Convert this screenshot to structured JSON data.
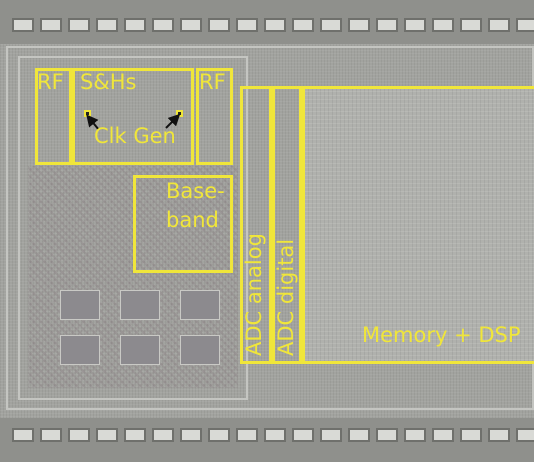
{
  "image": {
    "subject": "die-photo",
    "highlight_color": "#f0e63a"
  },
  "labels": {
    "rf_left": "RF",
    "sh": "S&Hs",
    "rf_right": "RF",
    "clk_gen": "Clk Gen",
    "baseband": "Base-\nband",
    "baseband_line1": "Base-",
    "baseband_line2": "band",
    "adc_analog": "ADC analog",
    "adc_digital": "ADC digital",
    "memory_dsp": "Memory + DSP"
  }
}
